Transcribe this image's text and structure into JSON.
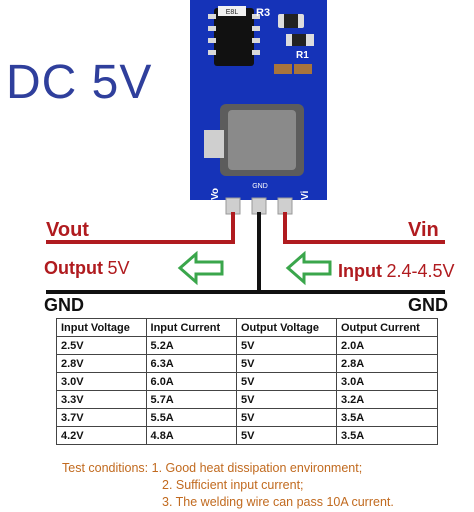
{
  "title": "DC 5V",
  "board": {
    "silk": {
      "r3": "R3",
      "r1": "R1",
      "gnd": "GND",
      "vo": "Vo",
      "vi": "Vi",
      "chip": "E8L"
    }
  },
  "wiring": {
    "vout": "Vout",
    "vin": "Vin",
    "output_label": "Output",
    "output_value": "5V",
    "input_label": "Input",
    "input_value": "2.4-4.5V",
    "gnd_left": "GND",
    "gnd_right": "GND"
  },
  "table": {
    "headers": [
      "Input    Voltage",
      "Input    Current",
      "Output    Voltage",
      "Output    Current"
    ],
    "rows": [
      [
        "2.5V",
        "5.2A",
        "5V",
        "2.0A"
      ],
      [
        "2.8V",
        "6.3A",
        "5V",
        "2.8A"
      ],
      [
        "3.0V",
        "6.0A",
        "5V",
        "3.0A"
      ],
      [
        "3.3V",
        "5.7A",
        "5V",
        "3.2A"
      ],
      [
        "3.7V",
        "5.5A",
        "5V",
        "3.5A"
      ],
      [
        "4.2V",
        "4.8A",
        "5V",
        "3.5A"
      ]
    ]
  },
  "notes": {
    "line1": "Test conditions: 1. Good heat dissipation environment;",
    "line2": "2. Sufficient input current;",
    "line3": "3. The welding wire can pass 10A current."
  },
  "colors": {
    "board": "#1533b8",
    "wire_red": "#b01b1f",
    "arrow_green": "#3aa64b",
    "title_blue": "#2f3f9c",
    "note_orange": "#c16a1f"
  }
}
